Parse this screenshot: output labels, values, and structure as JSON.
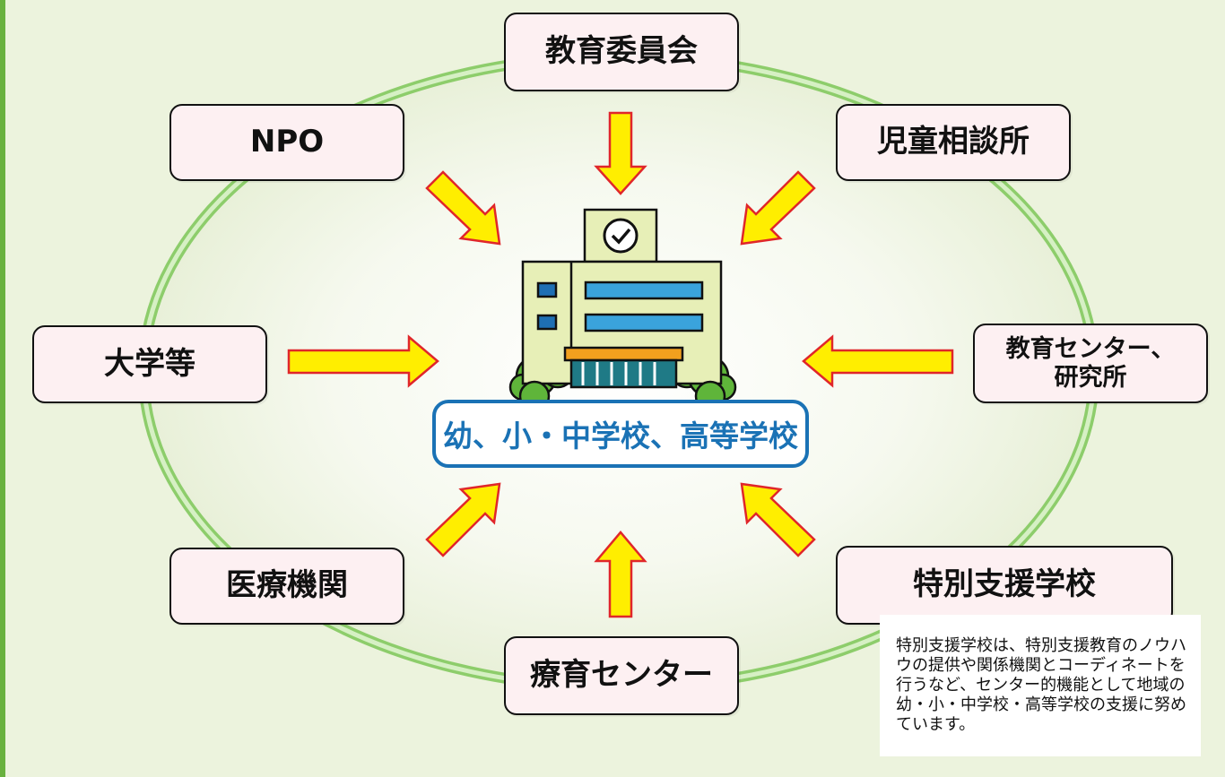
{
  "nodes": {
    "board_of_education": "教育委員会",
    "npo": "NPO",
    "child_guidance_center": "児童相談所",
    "universities": "大学等",
    "education_center": "教育センター、\n研究所",
    "medical_institutions": "医療機関",
    "special_support_school": "特別支援学校",
    "therapy_center": "療育センター"
  },
  "center": {
    "label": "幼、小・中学校、高等学校"
  },
  "note": {
    "text": "特別支援学校は、特別支援教育のノウハウの提供や関係機関とコーディネートを行うなど、センター的機能として地域の幼・小・中学校・高等学校の支援に努めています。"
  },
  "colors": {
    "background": "#ecf3dd",
    "left_rule": "#69b13f",
    "ring": "#a9d88a",
    "node_fill": "#fdf0f2",
    "arrow_fill": "#ffee00",
    "arrow_stroke": "#e0262a",
    "center_border": "#1a72b5",
    "building_wall": "#e7efb7",
    "window_blue": "#3aa3dc",
    "tree_green": "#5fb53a"
  },
  "icons": {
    "school": "school-building-icon",
    "clock": "clock-icon"
  }
}
